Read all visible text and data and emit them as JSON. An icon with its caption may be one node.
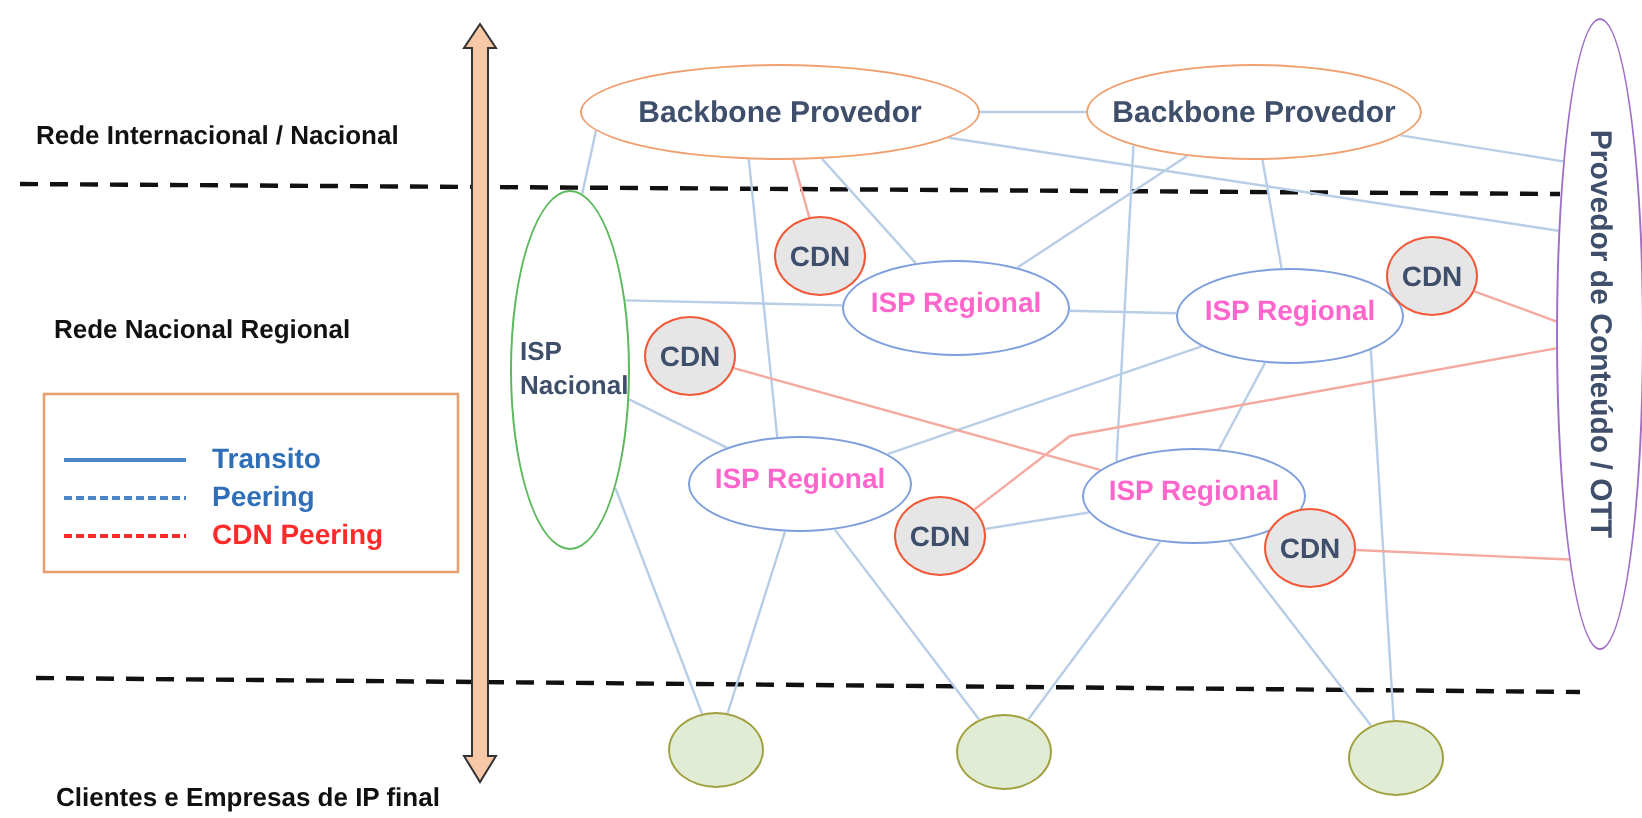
{
  "diagram": {
    "nodes": [
      {
        "text": [
          "Backbone Provedor"
        ]
      },
      {
        "text": [
          "Backbone Provedor"
        ]
      },
      {
        "text": [
          "Provedor de Conteúdo / OTT"
        ]
      },
      {
        "text": [
          "ISP Nacional"
        ]
      },
      {
        "text": [
          "CDN"
        ]
      },
      {
        "text": [
          "ISP Regional"
        ]
      },
      {
        "text": [
          "CDN"
        ]
      },
      {
        "text": [
          "ISP Regional"
        ]
      },
      {
        "text": [
          "CDN"
        ]
      },
      {
        "text": [
          "ISP Regional"
        ]
      },
      {
        "text": [
          "CDN"
        ]
      },
      {
        "text": [
          "ISP Regional"
        ]
      },
      {
        "text": [
          "CDN"
        ]
      },
      {
        "text": [],
        "shape": "circle"
      },
      {
        "text": [],
        "shape": "circle"
      },
      {
        "text": [],
        "shape": "circle"
      }
    ],
    "edges": [
      {
        "from": 0,
        "to": 1,
        "arrow": "none"
      },
      {
        "from": 1,
        "to": 2,
        "arrow": "none"
      },
      {
        "from": 0,
        "to": 2,
        "arrow": "none"
      },
      {
        "from": 0,
        "to": 3,
        "arrow": "none"
      },
      {
        "from": 0,
        "to": 9,
        "arrow": "none"
      },
      {
        "from": 0,
        "to": 5,
        "arrow": "none"
      },
      {
        "from": 1,
        "to": 5,
        "arrow": "none"
      },
      {
        "from": 1,
        "to": 11,
        "arrow": "none"
      },
      {
        "from": 1,
        "to": 7,
        "arrow": "none"
      },
      {
        "from": 3,
        "to": 5,
        "arrow": "none"
      },
      {
        "from": 5,
        "to": 7,
        "arrow": "none"
      },
      {
        "from": 7,
        "to": 9,
        "arrow": "none"
      },
      {
        "from": 7,
        "to": 11,
        "arrow": "none"
      },
      {
        "from": 7,
        "to": 15,
        "arrow": "none"
      },
      {
        "from": 3,
        "to": 9,
        "arrow": "none"
      },
      {
        "from": 10,
        "to": 11,
        "arrow": "none"
      },
      {
        "from": 3,
        "to": 13,
        "arrow": "none"
      },
      {
        "from": 9,
        "to": 13,
        "arrow": "none"
      },
      {
        "from": 9,
        "to": 14,
        "arrow": "none"
      },
      {
        "from": 11,
        "to": 14,
        "arrow": "none"
      },
      {
        "from": 11,
        "to": 15,
        "arrow": "none"
      },
      {
        "from": 0,
        "to": 6,
        "arrow": "none",
        "color": "#f4aaa0"
      },
      {
        "from": 8,
        "to": 2,
        "arrow": "none",
        "color": "#f4aaa0"
      },
      {
        "from": 4,
        "to": 11,
        "arrow": "none",
        "color": "#f4aaa0"
      },
      {
        "from": 10,
        "to": 2,
        "arrow": "none",
        "color": "#f4aaa0"
      },
      {
        "from": 12,
        "to": 2,
        "arrow": "none",
        "color": "#f4aaa0"
      }
    ],
    "labels": [
      "Rede Internacional / Nacional",
      "Rede Nacional Regional",
      "Clientes e Empresas de IP final"
    ],
    "legend": [
      {
        "text": "Transito"
      },
      {
        "text": "Peering"
      },
      {
        "text": "CDN Peering"
      }
    ]
  }
}
